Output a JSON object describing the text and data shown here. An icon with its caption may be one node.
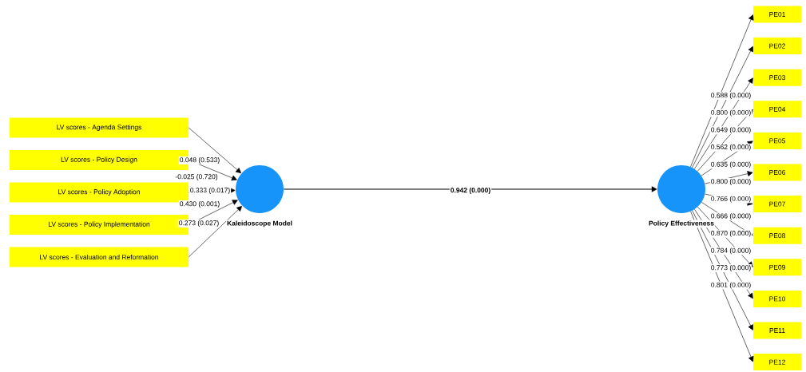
{
  "diagram": {
    "nodes": [
      {
        "text": [
          "LV scores - Agenda Settings"
        ]
      },
      {
        "text": [
          "LV scores - Policy Design"
        ]
      },
      {
        "text": [
          "LV scores - Policy Adoption"
        ]
      },
      {
        "text": [
          "LV scores - Policy Implementation"
        ]
      },
      {
        "text": [
          "LV scores - Evaluation and Reformation"
        ]
      },
      {
        "text": [],
        "shape": "circle",
        "beside": [
          "Kaleidoscope Model"
        ]
      },
      {
        "text": [],
        "shape": "circle",
        "beside": [
          "Policy Effectiveness"
        ]
      },
      {
        "text": [
          "PE01"
        ]
      },
      {
        "text": [
          "PE02"
        ]
      },
      {
        "text": [
          "PE03"
        ]
      },
      {
        "text": [
          "PE04"
        ]
      },
      {
        "text": [
          "PE05"
        ]
      },
      {
        "text": [
          "PE06"
        ]
      },
      {
        "text": [
          "PE07"
        ]
      },
      {
        "text": [
          "PE08"
        ]
      },
      {
        "text": [
          "PE09"
        ]
      },
      {
        "text": [
          "PE10"
        ]
      },
      {
        "text": [
          "PE11"
        ]
      },
      {
        "text": [
          "PE12"
        ]
      }
    ],
    "edges": [
      {
        "from": 0,
        "to": 5,
        "arrow": "to",
        "label": "0.048 (0.533)"
      },
      {
        "from": 1,
        "to": 5,
        "arrow": "to",
        "label": "-0.025 (0.720)"
      },
      {
        "from": 2,
        "to": 5,
        "arrow": "to",
        "label": "0.333 (0.017)"
      },
      {
        "from": 3,
        "to": 5,
        "arrow": "to",
        "label": "0.430 (0.001)"
      },
      {
        "from": 4,
        "to": 5,
        "arrow": "to",
        "label": "0.273 (0.027)"
      },
      {
        "from": 5,
        "to": 6,
        "arrow": "to",
        "label": "0.942 (0.000)"
      },
      {
        "from": 6,
        "to": 7,
        "arrow": "to",
        "label": "0.588 (0.000)"
      },
      {
        "from": 6,
        "to": 8,
        "arrow": "to",
        "label": "0.800 (0.000)"
      },
      {
        "from": 6,
        "to": 9,
        "arrow": "to",
        "label": "0.649 (0.000)"
      },
      {
        "from": 6,
        "to": 10,
        "arrow": "to",
        "label": "0.562 (0.000)"
      },
      {
        "from": 6,
        "to": 11,
        "arrow": "to",
        "label": "0.635 (0.000)"
      },
      {
        "from": 6,
        "to": 12,
        "arrow": "to",
        "label": "0.800 (0.000)"
      },
      {
        "from": 6,
        "to": 13,
        "arrow": "to",
        "label": "0.766 (0.000)"
      },
      {
        "from": 6,
        "to": 14,
        "arrow": "to",
        "label": "0.666 (0.000)"
      },
      {
        "from": 6,
        "to": 15,
        "arrow": "to",
        "label": "0.870 (0.000)"
      },
      {
        "from": 6,
        "to": 16,
        "arrow": "to",
        "label": "0.784 (0.000)"
      },
      {
        "from": 6,
        "to": 17,
        "arrow": "to",
        "label": "0.773 (0.000)"
      },
      {
        "from": 6,
        "to": 18,
        "arrow": "to",
        "label": "0.801 (0.000)"
      }
    ]
  }
}
